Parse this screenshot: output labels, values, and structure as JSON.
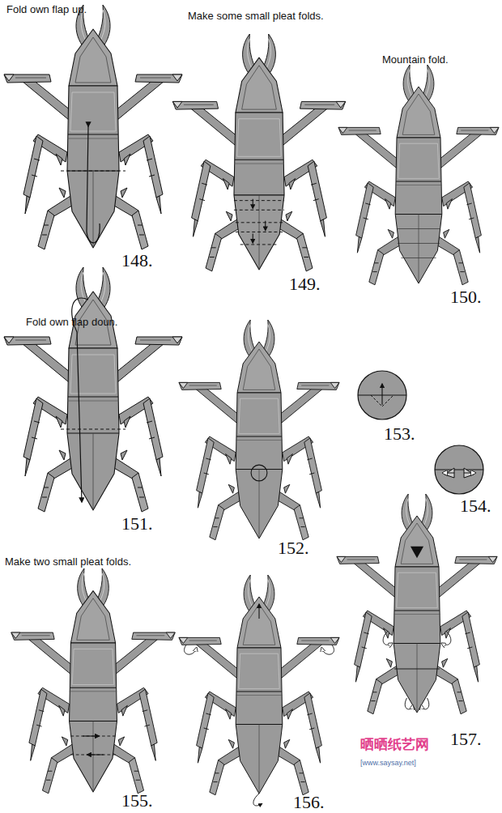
{
  "diagram": {
    "labels": [
      "Fold own flap up.",
      "Make some small pleat folds.",
      "Mountain fold.",
      "148.",
      "149.",
      "150.",
      "Fold own flap doun.",
      "151.",
      "152.",
      "153.",
      "154.",
      "Make two small pleat folds.",
      "155.",
      "156.",
      "157.",
      "晒晒纸艺网",
      "[www.saysay.net]"
    ]
  }
}
